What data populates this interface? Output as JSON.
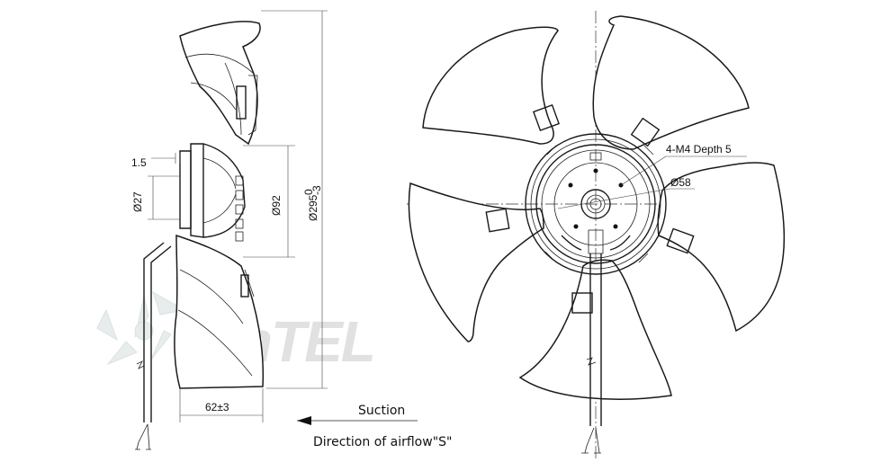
{
  "watermark": {
    "text": "VenTEL"
  },
  "side_view": {
    "dim_hub_offset": "1.5",
    "dim_hub_diameter": "Ø27",
    "dim_mount_diameter": "Ø92",
    "dim_fan_diameter_main": "Ø295",
    "dim_fan_diameter_tol_upper": "0",
    "dim_fan_diameter_tol_lower": "-3",
    "dim_depth": "62±3"
  },
  "front_view": {
    "callout_threads": "4-M4  Depth 5",
    "callout_circle": "Ø58"
  },
  "airflow": {
    "suction_label": "Suction",
    "direction_label": "Direction of airflow\"S\""
  }
}
